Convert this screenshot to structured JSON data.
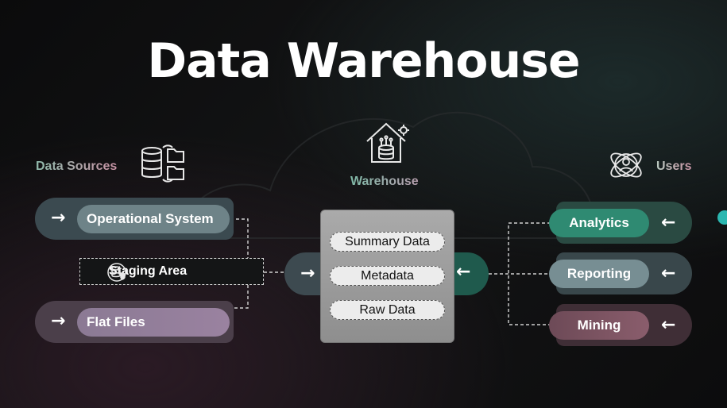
{
  "title": "Data Warehouse",
  "sections": {
    "data_sources": "Data Sources",
    "warehouse": "Warehouse",
    "users": "Users"
  },
  "sources": [
    {
      "label": "Operational System"
    },
    {
      "label": "Flat Files"
    }
  ],
  "staging": {
    "label": "Staging Area"
  },
  "warehouse_items": [
    {
      "label": "Summary Data"
    },
    {
      "label": "Metadata"
    },
    {
      "label": "Raw Data"
    }
  ],
  "users": [
    {
      "label": "Analytics"
    },
    {
      "label": "Reporting"
    },
    {
      "label": "Mining"
    }
  ],
  "arrows": {
    "right": "→",
    "left": "←"
  },
  "icons": {
    "data_sources": "database-folders-icon",
    "warehouse": "house-database-icon",
    "users": "user-orbit-icon",
    "staging": "database-shield-icon"
  },
  "colors": {
    "background": "#0e0f10",
    "accent_teal": "#2f8a72",
    "accent_grey": "#778e93",
    "accent_mauve": "#8a5d6c",
    "warehouse_box": "#9e9e9e"
  }
}
